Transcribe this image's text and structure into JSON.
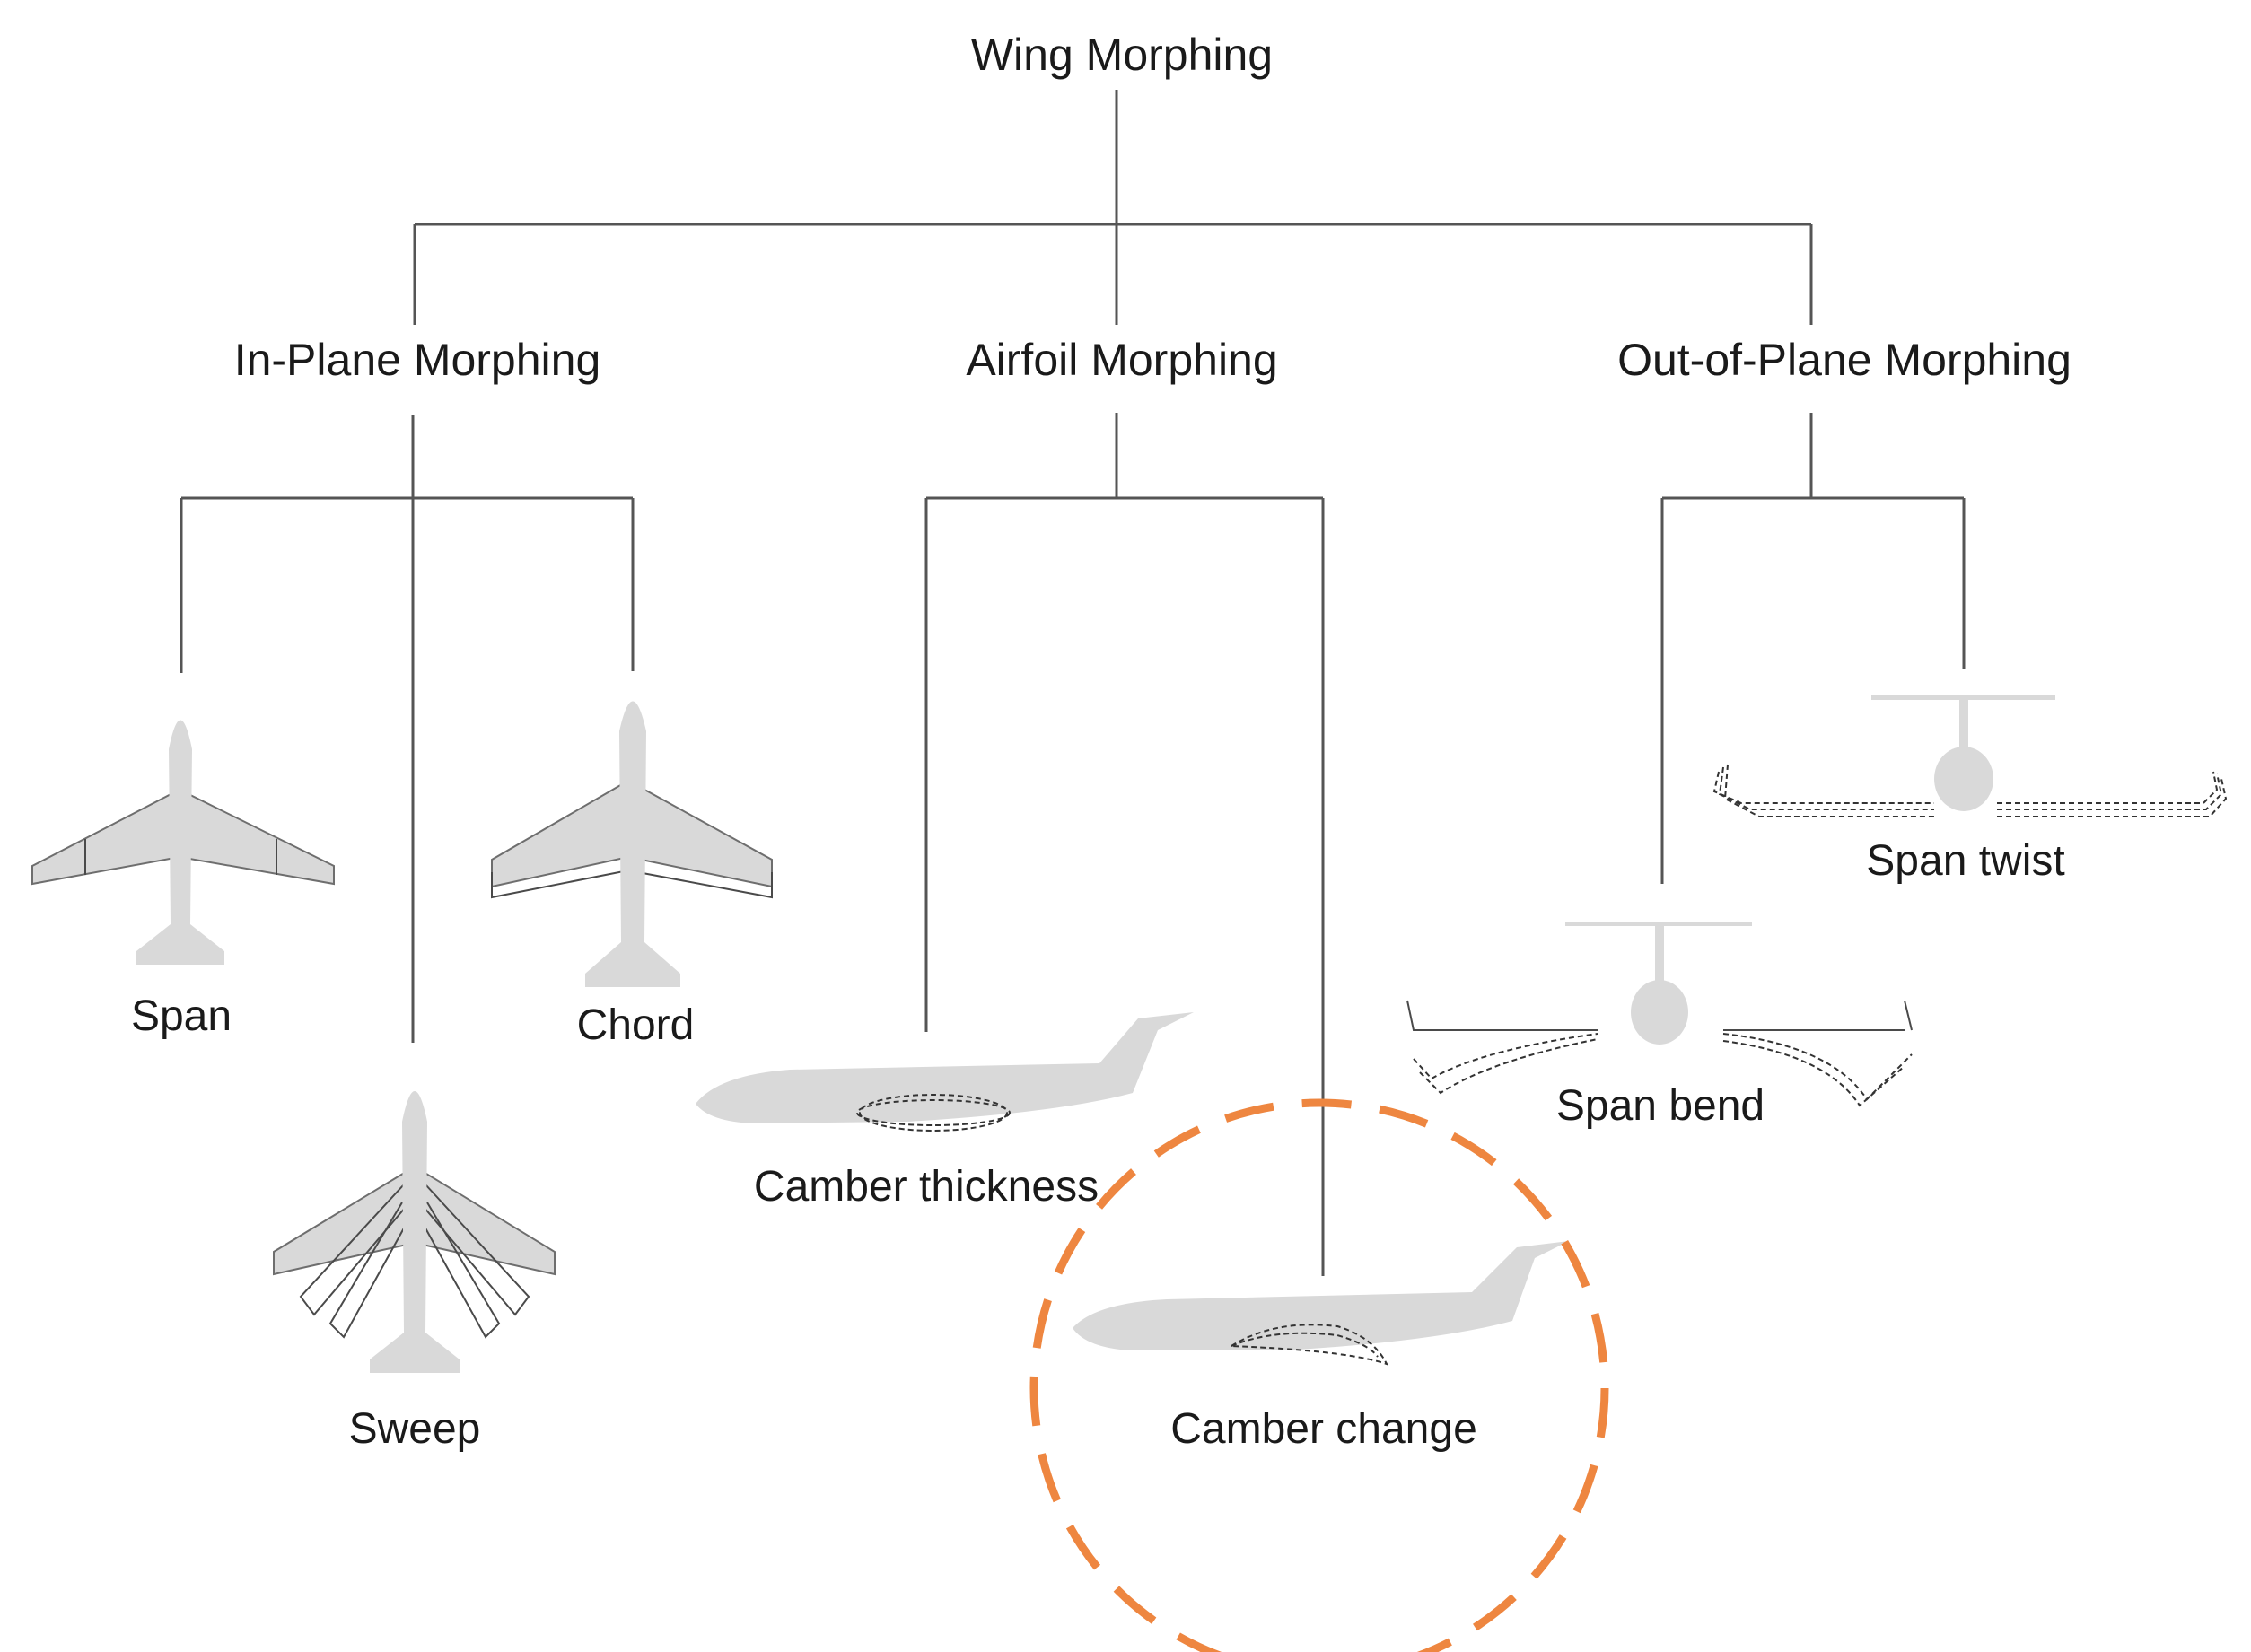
{
  "title": "Wing Morphing",
  "categories": [
    {
      "key": "in_plane",
      "label": "In-Plane Morphing"
    },
    {
      "key": "airfoil",
      "label": "Airfoil Morphing"
    },
    {
      "key": "out_of_plane",
      "label": "Out-of-Plane Morphing"
    }
  ],
  "leaves": {
    "span": "Span",
    "sweep": "Sweep",
    "chord": "Chord",
    "camber_thickness": "Camber thickness",
    "camber_change": "Camber change",
    "span_bend": "Span bend",
    "span_twist": "Span twist"
  },
  "highlight": {
    "target": "Camber change",
    "color": "#ee8640",
    "style": "dashed-circle"
  },
  "colors": {
    "aircraft": "#d9d9d9",
    "lines": "#555555",
    "text": "#1a1a1a"
  }
}
